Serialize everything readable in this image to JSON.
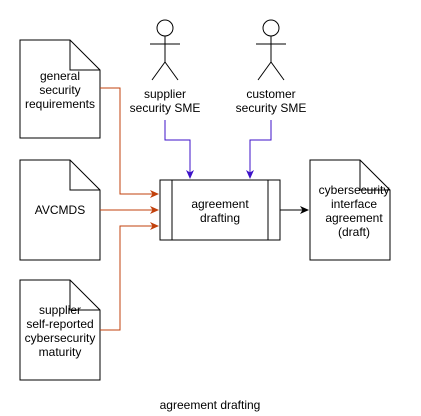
{
  "diagram": {
    "caption": "agreement drafting",
    "process": {
      "label": "agreement\ndrafting"
    },
    "documents": {
      "general_security": {
        "label": "general\nsecurity\nrequirements"
      },
      "avcmds": {
        "label": "AVCMDS"
      },
      "supplier_maturity": {
        "label": "supplier\nself-reported\ncybersecurity\nmaturity"
      },
      "cybersecurity_interface": {
        "label": "cybersecurity\ninterface\nagreement\n(draft)"
      }
    },
    "actors": {
      "supplier_sme": {
        "label": "supplier\nsecurity SME"
      },
      "customer_sme": {
        "label": "customer\nsecurity SME"
      }
    },
    "colors": {
      "input_arrow": "#c2410c",
      "actor_arrow": "#3d12c9",
      "output_arrow": "#000000",
      "shape_stroke": "#000000",
      "shape_fill": "#ffffff"
    }
  }
}
